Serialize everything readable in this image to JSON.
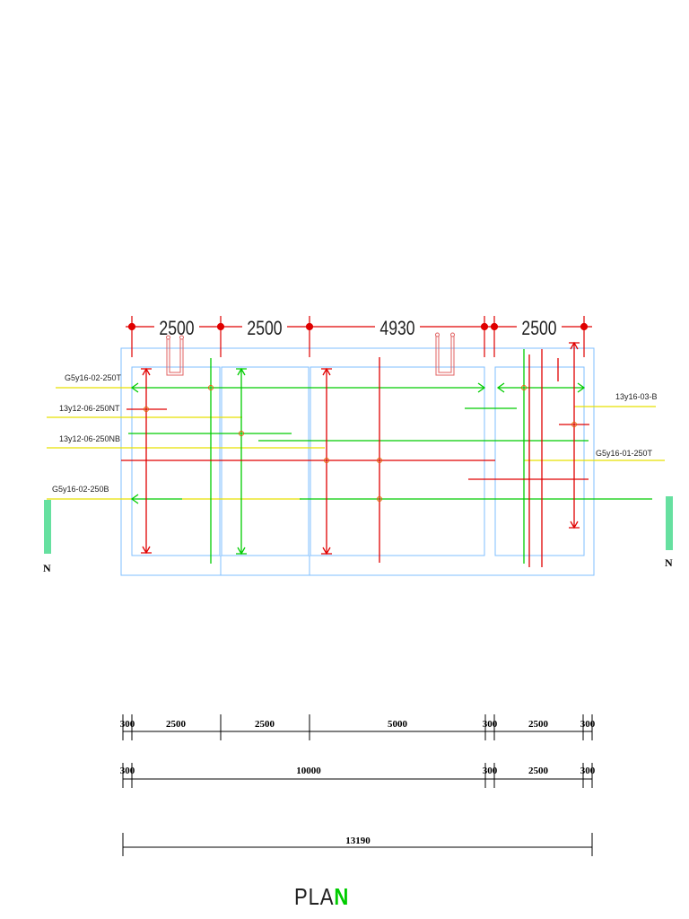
{
  "top_dimensions": [
    "2500",
    "2500",
    "4930",
    "2500"
  ],
  "bar_labels": {
    "left_top": "G5y16-02-250T",
    "left_nt": "13y12-06-250NT",
    "left_nb": "13y12-06-250NB",
    "left_bottom": "G5y16-02-250B",
    "right_top": "13y16-03-B",
    "right_bottom": "G5y16-01-250T"
  },
  "section_marks": {
    "left": "N",
    "right": "N"
  },
  "dim_row_1": [
    "300",
    "2500",
    "2500",
    "5000",
    "300",
    "2500",
    "300"
  ],
  "dim_row_2": [
    "300",
    "10000",
    "300",
    "2500",
    "300"
  ],
  "dim_total": "13190",
  "title": {
    "prefix": "PLA",
    "suffix": "N"
  },
  "colors": {
    "red": "#e00000",
    "green": "#00cc00",
    "yellow": "#e8e000",
    "blue": "#7fbfff",
    "mint": "#66e0a0",
    "dim": "#000000"
  }
}
